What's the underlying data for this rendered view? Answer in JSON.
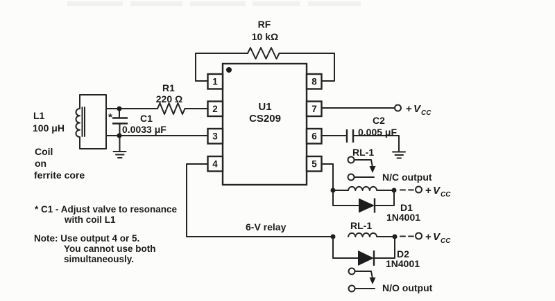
{
  "colors": {
    "line": "#242424",
    "text": "#1b1b1b",
    "background": "#fcfcfb",
    "crop_artifact": "#e8e8e8"
  },
  "ic": {
    "ref": "U1",
    "part": "CS209",
    "pins_left": [
      "1",
      "2",
      "3",
      "4"
    ],
    "pins_right": [
      "8",
      "7",
      "6",
      "5"
    ]
  },
  "components": {
    "rf": {
      "label": "RF",
      "value": "10 kΩ"
    },
    "r1": {
      "label": "R1",
      "value": "220 Ω"
    },
    "c1": {
      "label": "C1",
      "value": "0.0033 μF",
      "footnote_marker": "*"
    },
    "c2": {
      "label": "C2",
      "value": "0.005 μF"
    },
    "l1": {
      "label": "L1",
      "value": "100 μH",
      "description": [
        "Coil",
        "on",
        "ferrite core"
      ]
    },
    "relay1": {
      "label": "RL-1"
    },
    "relay2": {
      "label": "RL-1"
    },
    "relay_type_note": "6-V relay",
    "d1": {
      "label": "D1",
      "value": "1N4001"
    },
    "d2": {
      "label": "D2",
      "value": "1N4001"
    }
  },
  "terminals": {
    "vcc": {
      "plus": "+",
      "symbol": "V",
      "subscript": "CC"
    },
    "nc_output": "N/C output",
    "no_output": "N/O output"
  },
  "notes": {
    "c1_line1": "* C1 - Adjust valve to resonance",
    "c1_line2": "with coil L1",
    "usage_line1": "Note: Use output 4 or 5.",
    "usage_line2": "You cannot use both",
    "usage_line3": "simultaneously."
  }
}
